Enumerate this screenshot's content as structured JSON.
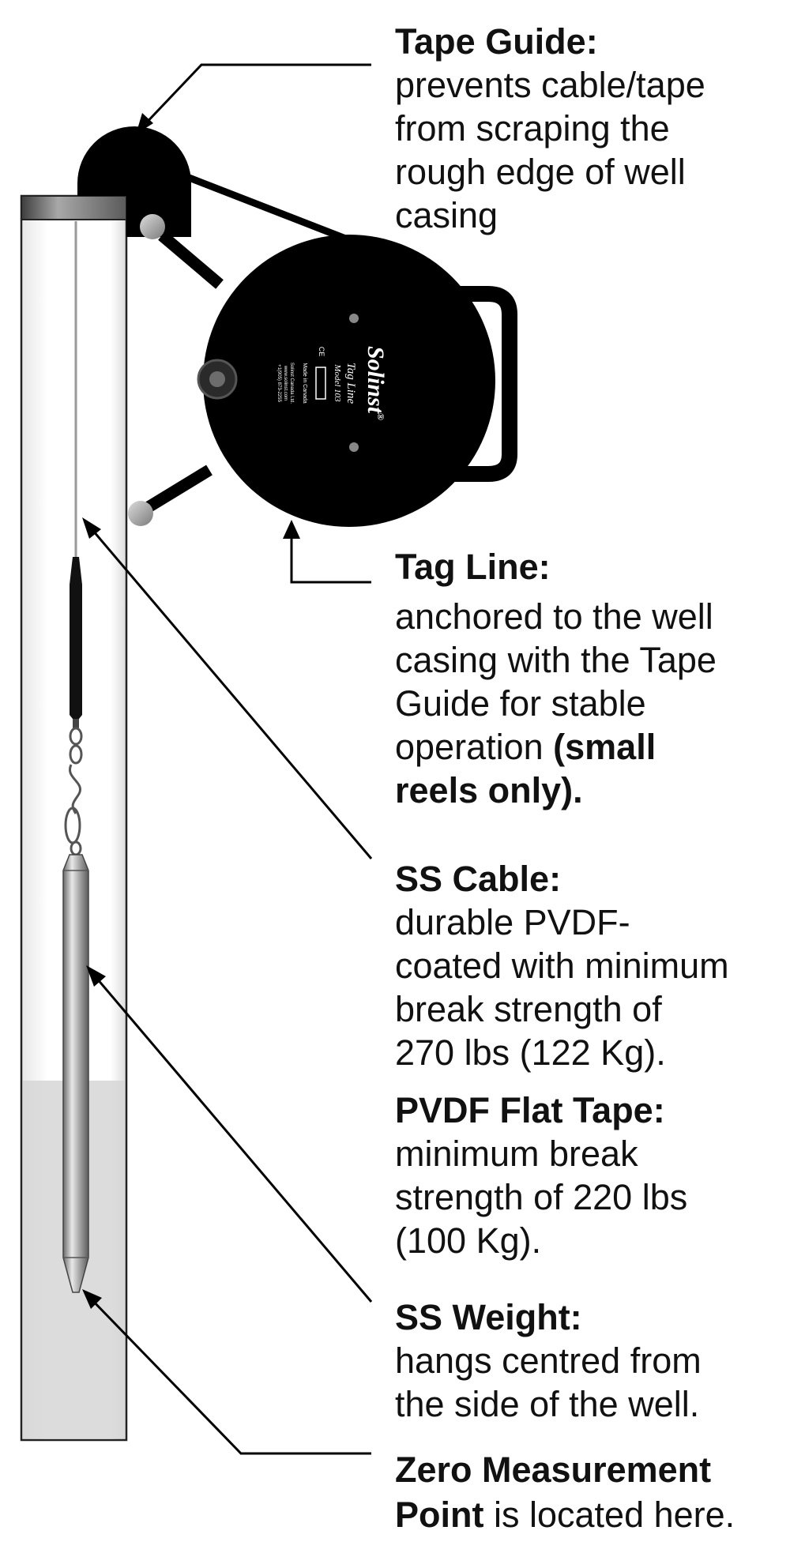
{
  "reel": {
    "brand": "Solinst",
    "brand_mark": "®",
    "product": "Tag Line",
    "model": "Model 103",
    "made_in": "Made in Canada",
    "address": [
      "Solinst Canada Ltd.",
      "www.solinst.com",
      "+1(905) 873-2255"
    ],
    "ce_mark": "CE"
  },
  "labels": {
    "tape_guide": {
      "title": "Tape Guide:",
      "body": [
        "prevents cable/tape",
        "from scraping the",
        "rough edge of well",
        "casing"
      ]
    },
    "tag_line": {
      "title": "Tag Line:",
      "body": [
        "anchored to the well",
        "casing with the Tape",
        "Guide for stable"
      ],
      "body_last_plain": "operation ",
      "body_last_bold": "(small",
      "body_bold_line": "reels only)."
    },
    "ss_cable": {
      "title": "SS Cable:",
      "body": [
        "durable PVDF-",
        "coated with minimum",
        "break strength of",
        "270 lbs (122 Kg)."
      ]
    },
    "pvdf_tape": {
      "title": "PVDF Flat Tape:",
      "body": [
        "minimum break",
        "strength of 220 lbs",
        "(100 Kg)."
      ]
    },
    "ss_weight": {
      "title": "SS Weight:",
      "body": [
        "hangs centred from",
        "the side of the well."
      ]
    },
    "zero_point": {
      "line1_bold": "Zero Measurement",
      "line2_bold": "Point",
      "line2_plain": " is located here."
    }
  },
  "colors": {
    "reel": "#000000",
    "casing_cap": "#6b6b6b",
    "water": "#d9d9d9",
    "steel": "#a9a9a9"
  }
}
